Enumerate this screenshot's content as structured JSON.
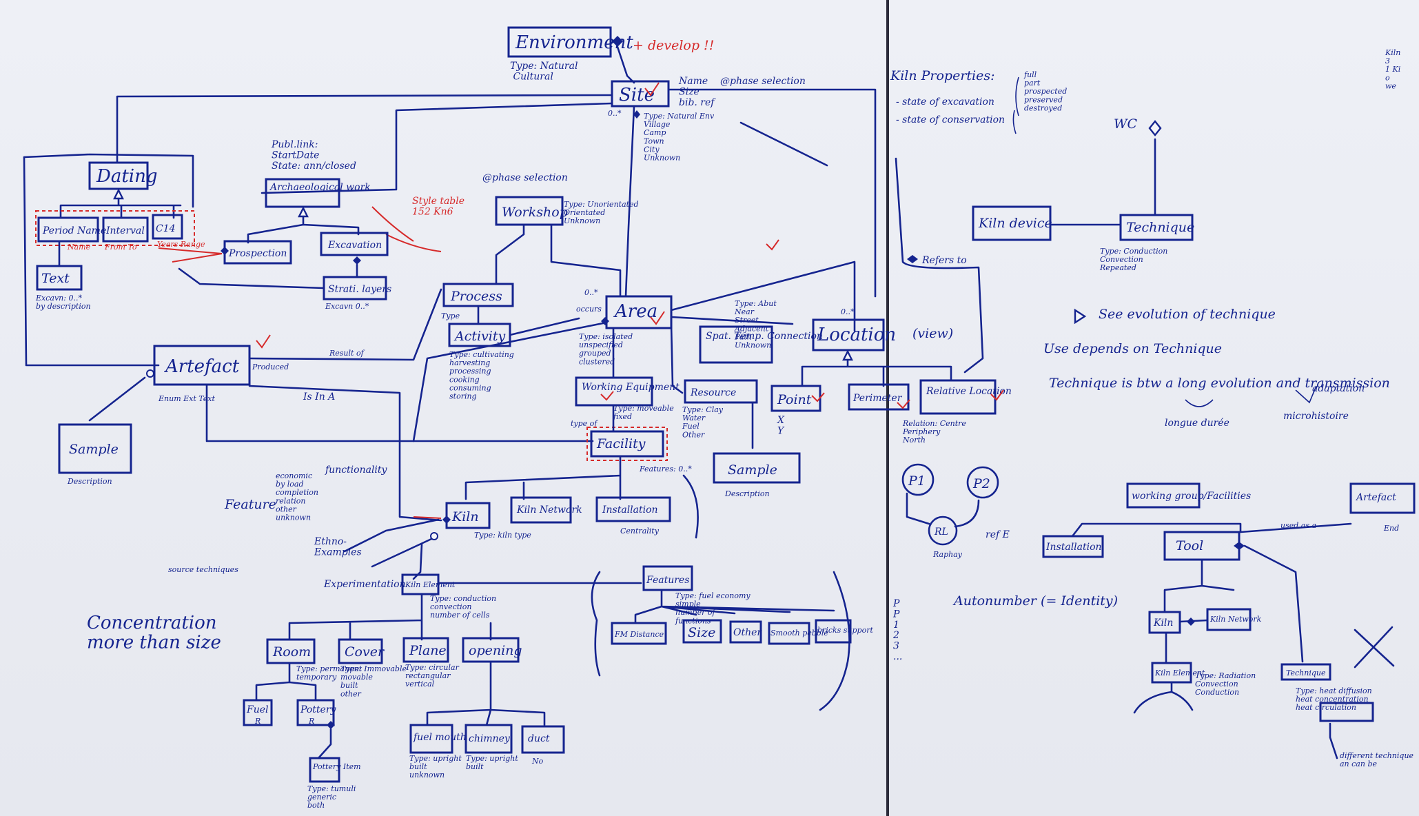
{
  "left": {
    "environment": {
      "title": "Environment",
      "type_note": "Type: Natural\n Cultural",
      "annotation": "+ develop !!"
    },
    "site": {
      "title": "Site",
      "attrs": "Name\nSize\nbib. ref",
      "phase_note": "@phase selection",
      "type_note": "Type: Natural Env\nVillage\nCamp\nTown\nCity\nUnknown",
      "mult": "0..*"
    },
    "dating": {
      "title": "Dating",
      "children": [
        "Period Name",
        "Interval",
        "C14"
      ],
      "child_notes": [
        "Name",
        "From To",
        "Years Range"
      ]
    },
    "text": {
      "title": "Text",
      "note": "Excavn: 0..*\nby description"
    },
    "arch_work": {
      "title": "Archaeological work",
      "publ": "Publ.link:\nStartDate\nState: ann/closed",
      "style_note": "Style table\n152 Kn6"
    },
    "prospection": {
      "title": "Prospection"
    },
    "excavation": {
      "title": "Excavation"
    },
    "strati": {
      "title": "Strati. layers",
      "note": "Excavn 0..*"
    },
    "workshop": {
      "title": "Workshop",
      "phase_note": "@phase selection",
      "type_note": "Type: Unorientated\nOrientated\nUnknown"
    },
    "process": {
      "title": "Process",
      "type_note": "Type"
    },
    "activity": {
      "title": "Activity",
      "type_note": "Type: cultivating\nharvesting\nprocessing\ncooking\nconsuming\nstoring"
    },
    "area": {
      "title": "Area",
      "mult": "0..*",
      "type_note": "Type: isolated\nunspecified\ngrouped\nclustered",
      "occurs": "occurs"
    },
    "spat_temp": {
      "title": "Spat. Temp. Connection",
      "type_note": "Type: Abut\nNear\nStreet\nAdjacent\nPath\nUnknown"
    },
    "location": {
      "title": "Location",
      "mult": "0..*"
    },
    "view": "(view)",
    "point": {
      "title": "Point",
      "coords": "X\nY"
    },
    "perimeter": {
      "title": "Perimeter"
    },
    "relative_location": {
      "title": "Relative Location",
      "note": "Relation: Centre\nPeriphery\nNorth"
    },
    "artefact": {
      "title": "Artefact",
      "note": "Enum Ext  Text",
      "produced": "Produced",
      "result_of": "Result of",
      "is_in": "Is In A"
    },
    "sample_left": {
      "title": "Sample",
      "note": "Description"
    },
    "working_equipment": {
      "title": "Working Equipment",
      "type_note": "Type: moveable\nfixed"
    },
    "resource": {
      "title": "Resource",
      "type_note": "Type: Clay\nWater\nFuel\nOther"
    },
    "sample_mid": {
      "title": "Sample",
      "note": "Description"
    },
    "facility": {
      "title": "Facility",
      "features": "Features: 0..*",
      "type_of": "type of"
    },
    "kiln": {
      "title": "Kiln",
      "type_note": "Type: kiln type"
    },
    "kiln_network": {
      "title": "Kiln Network"
    },
    "installation": {
      "title": "Installation",
      "note": "Centrality"
    },
    "feature_note": "Feature",
    "feature_list": "economic\nby load\ncompletion\nrelation\nother\nunknown",
    "functionality": "functionality",
    "ethno": "Ethno-\nExamples",
    "technique_note": "source techniques",
    "concentration": "Concentration\nmore than size",
    "experimentation": "Experimentation",
    "kiln_element": {
      "title": "Kiln Element",
      "type_note": "Type: conduction\nconvection\nnumber of cells"
    },
    "features": {
      "title": "Features",
      "type_note": "Type: fuel economy\nsimple\nnumber of\nfunctions"
    },
    "feature_items": [
      "FM Distance",
      "Size",
      "Other",
      "Smooth pebble",
      "bricks support"
    ],
    "room": {
      "title": "Room",
      "type_note": "Type: permanent\ntemporary"
    },
    "cover": {
      "title": "Cover",
      "type_note": "Type: Immovable\nmovable\nbuilt\nother"
    },
    "plane": {
      "title": "Plane",
      "type_note": "Type: circular\nrectangular\nvertical"
    },
    "opening": {
      "title": "opening"
    },
    "fuel": {
      "title": "Fuel",
      "note": "R"
    },
    "pottery": {
      "title": "Pottery",
      "note": "R"
    },
    "pottery_item": {
      "title": "Pottery Item",
      "type_note": "Type: tumuli\ngeneric\nboth"
    },
    "fuel_mouth": {
      "title": "fuel mouth",
      "type_note": "Type: upright\nbuilt\nunknown"
    },
    "chimney": {
      "title": "chimney",
      "type_note": "Type: upright\nbuilt"
    },
    "duct": {
      "title": "duct",
      "note": "No"
    }
  },
  "right": {
    "kiln_properties": {
      "title": "Kiln Properties:",
      "state_excavation": "- state of excavation",
      "state_conservation": "- state of conservation",
      "values": "full\npart\nprospected\npreserved\ndestroyed"
    },
    "kiln_device": {
      "title": "Kiln device"
    },
    "technique": {
      "title": "Technique",
      "type_note": "Type: Conduction\nConvection\nRepeated"
    },
    "wc": "WC",
    "refers_to": "Refers to",
    "see_evolution": "See evolution of technique",
    "use_depends": "Use depends on Technique",
    "technique_line": "Technique is btw a long evolution and transmission",
    "adaptation": "adaptation",
    "longue_duree": "longue durée",
    "microhistoire": "microhistoire",
    "p1": "P1",
    "p2": "P2",
    "rl": "RL",
    "rl_note": "Raphay",
    "ref_e": "ref E",
    "autonumber": "Autonumber (= Identity)",
    "series": "P\nP\n1\n2\n3\n...",
    "working_group": {
      "title": "working group/Facilities"
    },
    "artefact_right": {
      "title": "Artefact",
      "note": "End"
    },
    "used_as": "used as a",
    "installation_right": {
      "title": "Installation"
    },
    "tool": {
      "title": "Tool"
    },
    "kiln_right": {
      "title": "Kiln"
    },
    "kiln_network_right": {
      "title": "Kiln Network"
    },
    "kiln_element_right": {
      "title": "Kiln Element",
      "type_note": "Type: Radiation\nConvection\nConduction"
    },
    "technique_right": {
      "title": "Technique",
      "type_note": "Type: heat diffusion\nheat concentration\nheat circulation"
    },
    "different": "different technique\nan can be"
  },
  "edge_notes": "Kiln\n3\n1 Ki\no\nwe"
}
